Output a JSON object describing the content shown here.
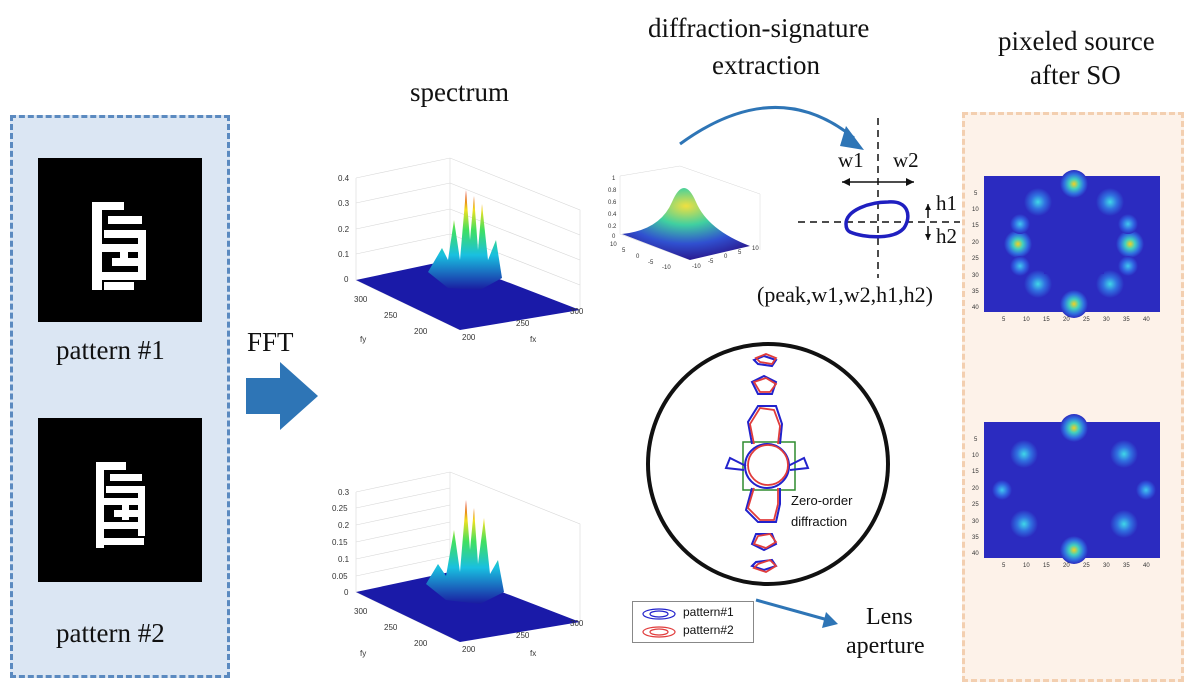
{
  "labels": {
    "spectrum": "spectrum",
    "diffraction_line1": "diffraction-signature",
    "diffraction_line2": "extraction",
    "pixeled_line1": "pixeled source",
    "pixeled_line2": "after SO",
    "pattern1": "pattern #1",
    "pattern2": "pattern #2",
    "fft": "FFT",
    "w1": "w1",
    "w2": "w2",
    "h1": "h1",
    "h2": "h2",
    "signature": "(peak,w1,w2,h1,h2)",
    "zero_order_line1": "Zero-order",
    "zero_order_line2": "diffraction",
    "lens_line1": "Lens",
    "lens_line2": "aperture",
    "legend_p1": "pattern#1",
    "legend_p2": "pattern#2"
  },
  "spectrum_top": {
    "z_ticks": [
      "0.4",
      "0.3",
      "0.2",
      "0.1",
      "0"
    ],
    "fy_ticks": [
      "300",
      "250",
      "200"
    ],
    "fx_ticks": [
      "200",
      "250",
      "300"
    ],
    "fy_label": "fy",
    "fx_label": "fx"
  },
  "spectrum_bottom": {
    "z_ticks": [
      "0.3",
      "0.25",
      "0.2",
      "0.15",
      "0.1",
      "0.05",
      "0"
    ],
    "fy_ticks": [
      "300",
      "250",
      "200"
    ],
    "fx_ticks": [
      "200",
      "250",
      "300"
    ],
    "fy_label": "fy",
    "fx_label": "fx"
  },
  "gauss": {
    "z_ticks": [
      "1",
      "0.8",
      "0.6",
      "0.4",
      "0.2",
      "0"
    ],
    "y_ticks": [
      "10",
      "5",
      "0",
      "-5",
      "-10"
    ],
    "x_ticks": [
      "-10",
      "-5",
      "0",
      "5",
      "10"
    ]
  },
  "source_map": {
    "y_ticks": [
      "5",
      "10",
      "15",
      "20",
      "25",
      "30",
      "35",
      "40"
    ],
    "x_ticks": [
      "5",
      "10",
      "15",
      "20",
      "25",
      "30",
      "35",
      "40"
    ]
  },
  "colors": {
    "left_panel_fill": "#dbe6f3",
    "left_panel_border": "#5b8ac0",
    "right_panel_fill": "#fdf2e9",
    "right_panel_border": "#f3cfb0",
    "arrow": "#2e75b6",
    "pattern1_contour": "#2222cc",
    "pattern2_contour": "#e03c3c",
    "zero_order_box": "#2e8b2e",
    "map_background": "#2b2bc0"
  }
}
